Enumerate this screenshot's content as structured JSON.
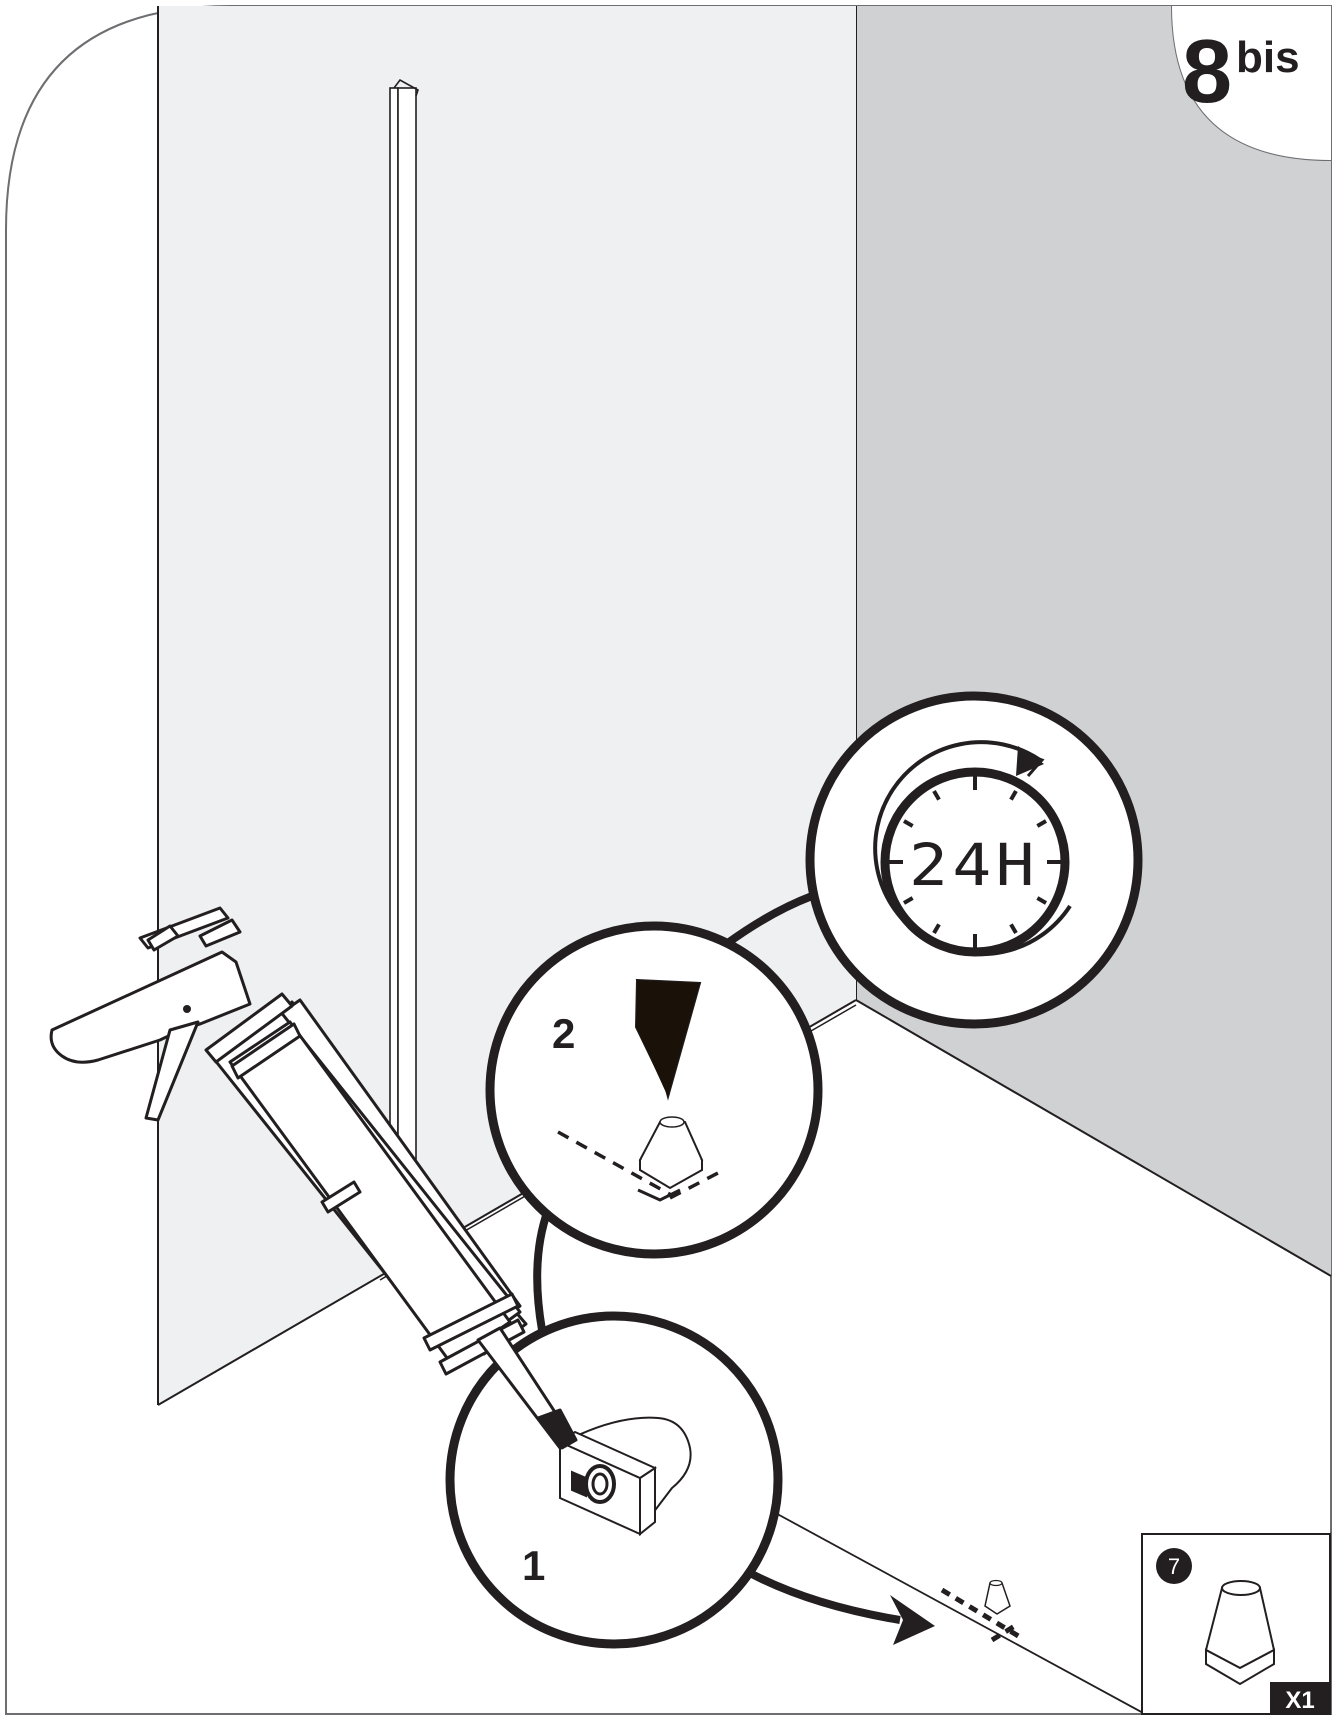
{
  "step": {
    "number": "8",
    "suffix": "bis"
  },
  "callouts": {
    "glue_step": "1",
    "press_step": "2",
    "cure_time": "24H"
  },
  "part_box": {
    "part_number": "7",
    "quantity": "X1"
  },
  "colors": {
    "wall_gray": "#d0d1d3",
    "panel_light": "#eff0f2",
    "line": "#231f20",
    "callout_fill": "#ffffff",
    "arrow_fill": "#231f20"
  },
  "icons": [
    "caulking-gun-icon",
    "clock-icon",
    "press-down-arrow-icon",
    "glue-pad-icon",
    "foot-pad-icon"
  ]
}
